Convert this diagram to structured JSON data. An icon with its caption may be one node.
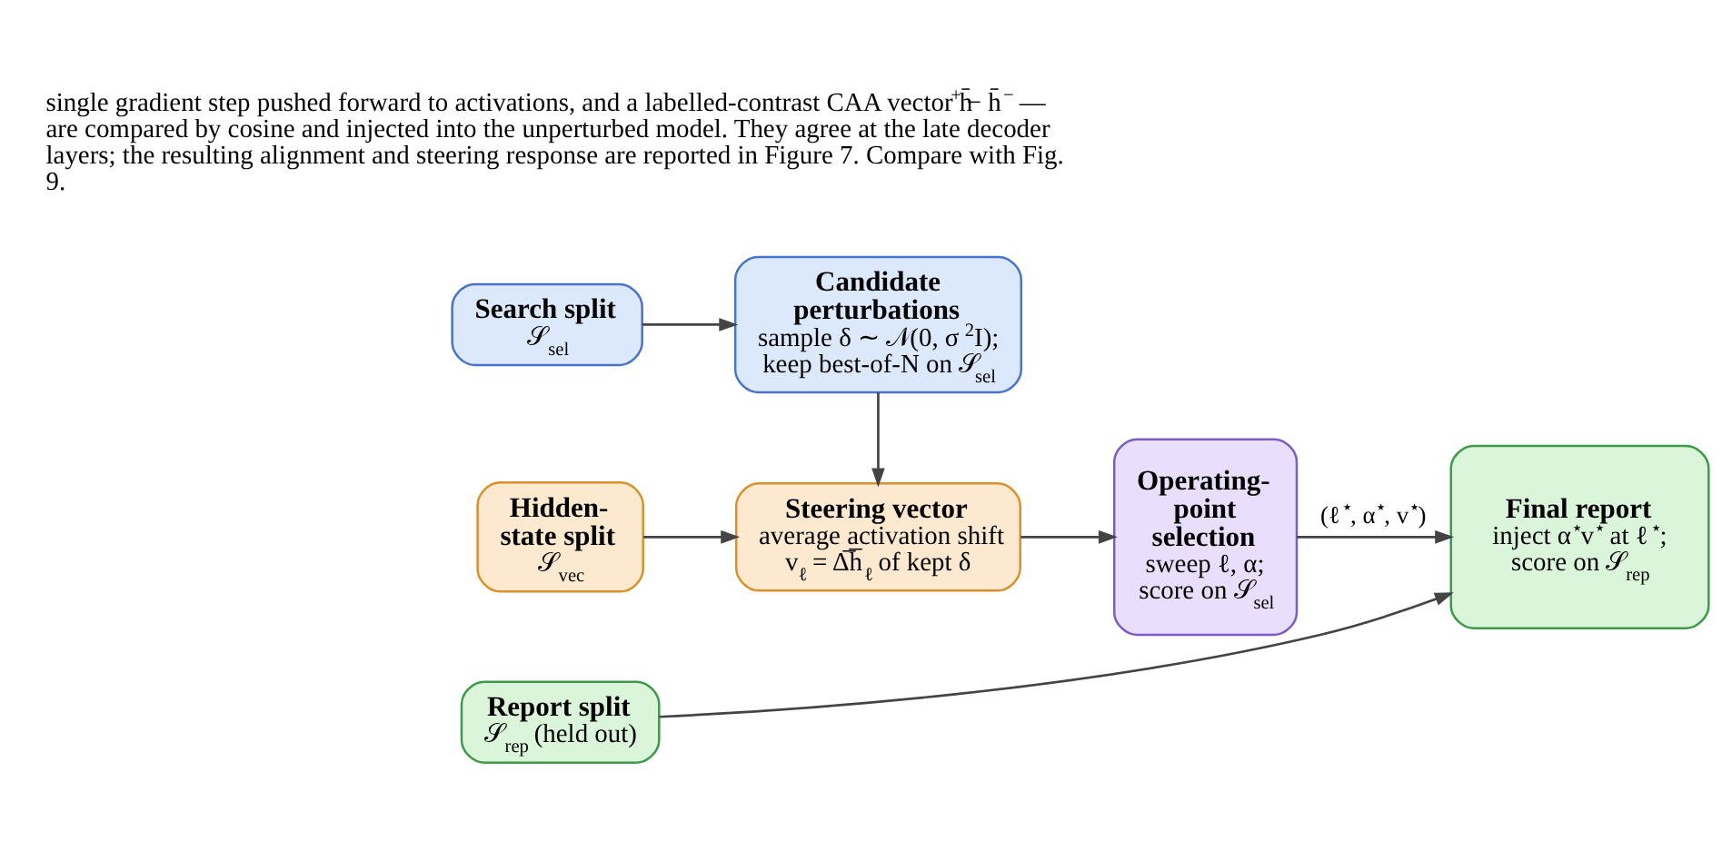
{
  "diagram": {
    "nodes": [
      {
        "text": [
          "Search split",
          "𝒮$_{sel}$"
        ]
      },
      {
        "text": [
          "Candidate perturbations",
          "sample δ ∼ 𝒩(0, σ$^{2}$I); keep best-of-N on 𝒮$_{sel}$"
        ]
      },
      {
        "text": [
          "Hidden-state split",
          "𝒮$_{vec}$"
        ]
      },
      {
        "text": [
          "Steering vector",
          "average activation shift v$_{ℓ}$ = Δ̅h̅$_{ℓ}$ of kept δ"
        ]
      },
      {
        "text": [
          "Operating-point selection",
          "sweep ℓ, α; score on 𝒮$_{sel}$"
        ]
      },
      {
        "text": [
          "Final report",
          "inject α$^{⋆}$v$^{⋆}$ at ℓ$^{⋆}$; score on 𝒮$_{rep}$"
        ]
      },
      {
        "text": [
          "Report split",
          "𝒮$_{rep}$ (held out)"
        ]
      }
    ],
    "edges": [
      {
        "from": 0,
        "to": 1,
        "arrow": "to"
      },
      {
        "from": 1,
        "to": 3,
        "arrow": "to"
      },
      {
        "from": 2,
        "to": 3,
        "arrow": "to"
      },
      {
        "from": 3,
        "to": 4,
        "arrow": "to"
      },
      {
        "from": 4,
        "to": 5,
        "arrow": "to",
        "label": "(ℓ$^{⋆}$, α$^{⋆}$, v$^{⋆}$)"
      },
      {
        "from": 6,
        "to": 5,
        "arrow": "to"
      }
    ],
    "labels": [
      "single gradient step pushed forward to activations, and a labelled-contrast CAA vector h̄$^{+}$ − h̄$^{−}$ — are compared by cosine and injected into the unperturbed model. They agree at the late decoder layers; the resulting alignment and steering response are reported in Figure 7. Compare with Fig. 9."
    ]
  }
}
